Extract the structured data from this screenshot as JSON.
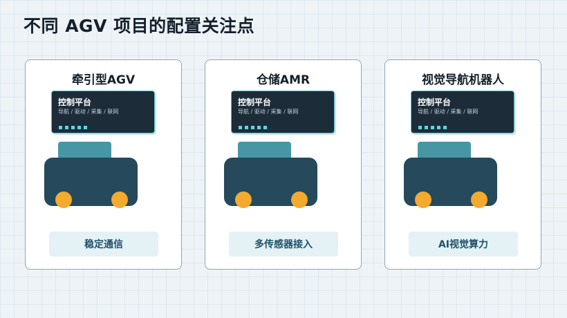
{
  "page": {
    "title": "不同 AGV 项目的配置关注点"
  },
  "colors": {
    "panel_bg": "#1c2c38",
    "panel_border": "#5cc2cf",
    "cabin": "#4796a4",
    "vehicle_body": "#26495b",
    "wheel": "#f3aa2f",
    "feature_bg": "#e4f1f5",
    "feature_text": "#1e5269"
  },
  "cards": [
    {
      "title": "牵引型AGV",
      "panel_title": "控制平台",
      "panel_sub": "导航 / 驱动 / 采集 / 联网",
      "feature": "稳定通信"
    },
    {
      "title": "仓储AMR",
      "panel_title": "控制平台",
      "panel_sub": "导航 / 驱动 / 采集 / 联网",
      "feature": "多传感器接入"
    },
    {
      "title": "视觉导航机器人",
      "panel_title": "控制平台",
      "panel_sub": "导航 / 驱动 / 采集 / 联网",
      "feature": "AI视觉算力"
    }
  ]
}
